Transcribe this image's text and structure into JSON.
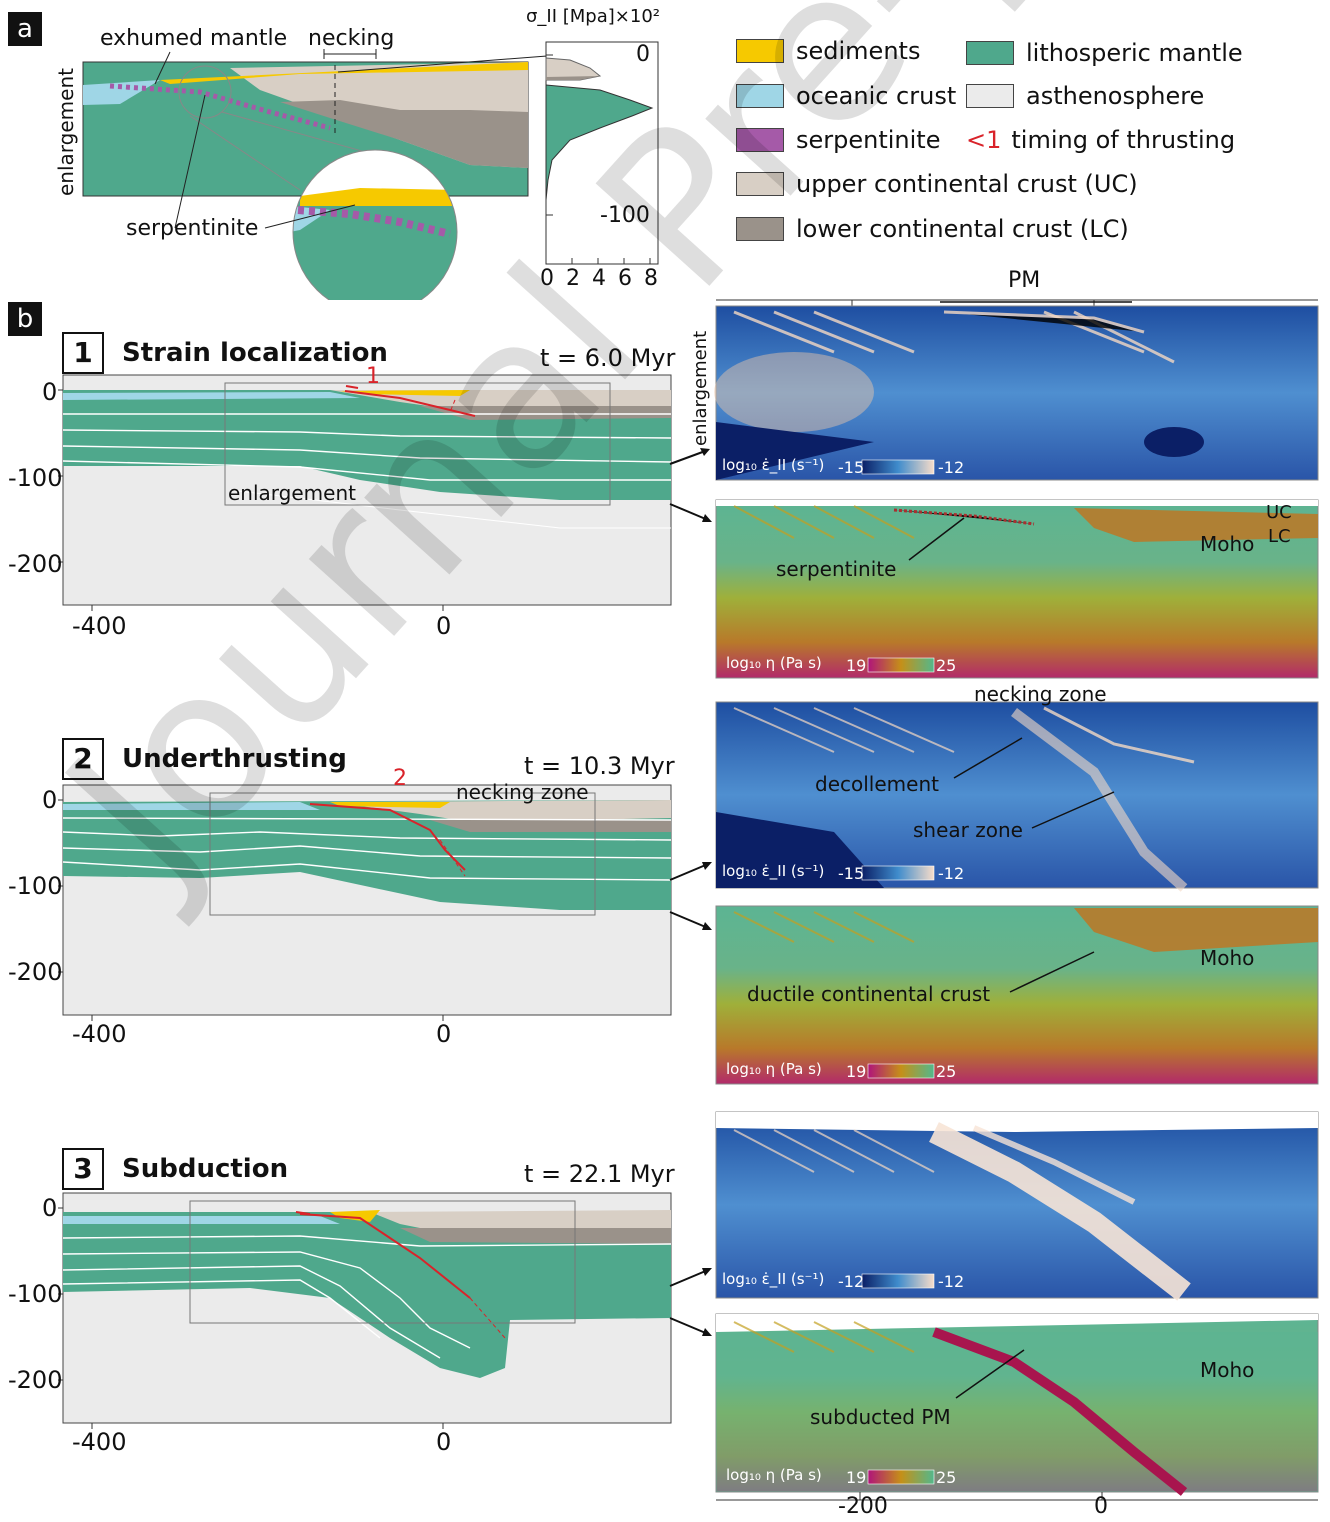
{
  "panel_a": {
    "letter": "a",
    "exhumed_mantle": "exhumed mantle",
    "necking": "necking",
    "enlargement": "enlargement",
    "serpentinite": "serpentinite",
    "stress_axis_title": "σ_II [Mpa]×10²",
    "stress_y_ticks": [
      "0",
      "-100"
    ],
    "stress_x_ticks": [
      "0",
      "2",
      "4",
      "6",
      "8"
    ]
  },
  "legend": [
    {
      "label": "sediments",
      "color": "#f6c900"
    },
    {
      "label": "lithosperic mantle",
      "color": "#4fa88c"
    },
    {
      "label": "oceanic crust",
      "color": "#9fd6e6"
    },
    {
      "label": "asthenosphere",
      "color": "#ebebeb"
    },
    {
      "label": "serpentinite",
      "color": "#a55aa8"
    },
    {
      "label": "timing of thrusting",
      "symbol": "<1",
      "color": "#d9232a"
    },
    {
      "label": "upper continental crust  (UC)",
      "color": "#d8cfc5"
    },
    {
      "label": "lower continental crust (LC)",
      "color": "#9a928a"
    }
  ],
  "panel_b": {
    "letter": "b",
    "stages": [
      {
        "num": "1",
        "title": "Strain localization",
        "time": "t = 6.0 Myr",
        "marker": "1",
        "annotation": "enlargement"
      },
      {
        "num": "2",
        "title": "Underthrusting",
        "time": "t = 10.3 Myr",
        "marker": "2",
        "annotation": "necking zone"
      },
      {
        "num": "3",
        "title": "Subduction",
        "time": "t = 22.1 Myr",
        "marker": "",
        "annotation": ""
      }
    ],
    "y_ticks": [
      "0",
      "-100",
      "-200"
    ],
    "x_ticks": [
      "-400",
      "0"
    ]
  },
  "right_panels": {
    "pm_label": "PM",
    "enlargement": "enlargement",
    "strain_label": "log₁₀ ε̇_II (s⁻¹)",
    "visc_label": "log₁₀ η (Pa s)",
    "strain_ranges": [
      [
        "-15",
        "-12"
      ],
      [
        "-15",
        "-12"
      ],
      [
        "-12",
        "-12"
      ]
    ],
    "visc_range": [
      "19",
      "25"
    ],
    "uc": "UC",
    "lc": "LC",
    "moho": "Moho",
    "serpentinite": "serpentinite",
    "necking_zone": "necking zone",
    "decollement": "decollement",
    "shear_zone": "shear zone",
    "ductile": "ductile continental crust",
    "subducted_pm": "subducted PM",
    "x_ticks": [
      "-200",
      "0"
    ]
  },
  "watermark": "Journal Pre-proofs"
}
